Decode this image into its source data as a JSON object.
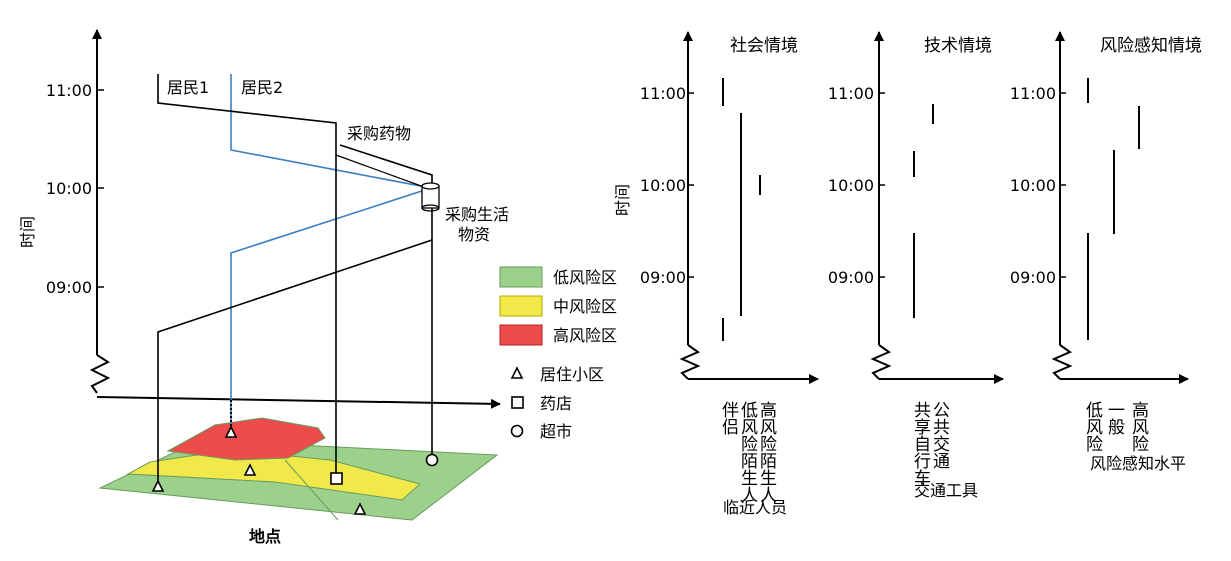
{
  "left_panel": {
    "y_axis_label": "时间",
    "x_axis_label": "地点",
    "ticks": [
      "11:00",
      "10:00",
      "09:00"
    ],
    "resident1": "居民1",
    "resident2": "居民2",
    "buy_medicine": "采购药物",
    "buy_supplies_l1": "采购生活",
    "buy_supplies_l2": "物资",
    "legend_low": "低风险区",
    "legend_mid": "中风险区",
    "legend_high": "高风险区",
    "legend_residential": "居住小区",
    "legend_pharmacy": "药店",
    "legend_supermarket": "超市",
    "colors": {
      "low": "#9bd18b",
      "mid": "#f1e84a",
      "high": "#ee4b4b",
      "path2": "#3a7fc1"
    }
  },
  "panel_social": {
    "title": "社会情境",
    "y_axis_label": "时间",
    "ticks": [
      "11:00",
      "10:00",
      "09:00"
    ],
    "cols": [
      "伴侣",
      "低风险陌生人",
      "高风险陌生人"
    ],
    "x_axis_label": "临近人员"
  },
  "panel_tech": {
    "title": "技术情境",
    "ticks": [
      "11:00",
      "10:00",
      "09:00"
    ],
    "cols": [
      "共享自行车",
      "公共交通"
    ],
    "x_axis_label": "交通工具"
  },
  "panel_risk": {
    "title": "风险感知情境",
    "ticks": [
      "11:00",
      "10:00",
      "09:00"
    ],
    "cols": [
      "低风险",
      "一般",
      "高风险"
    ],
    "x_axis_label": "风险感知水平"
  }
}
